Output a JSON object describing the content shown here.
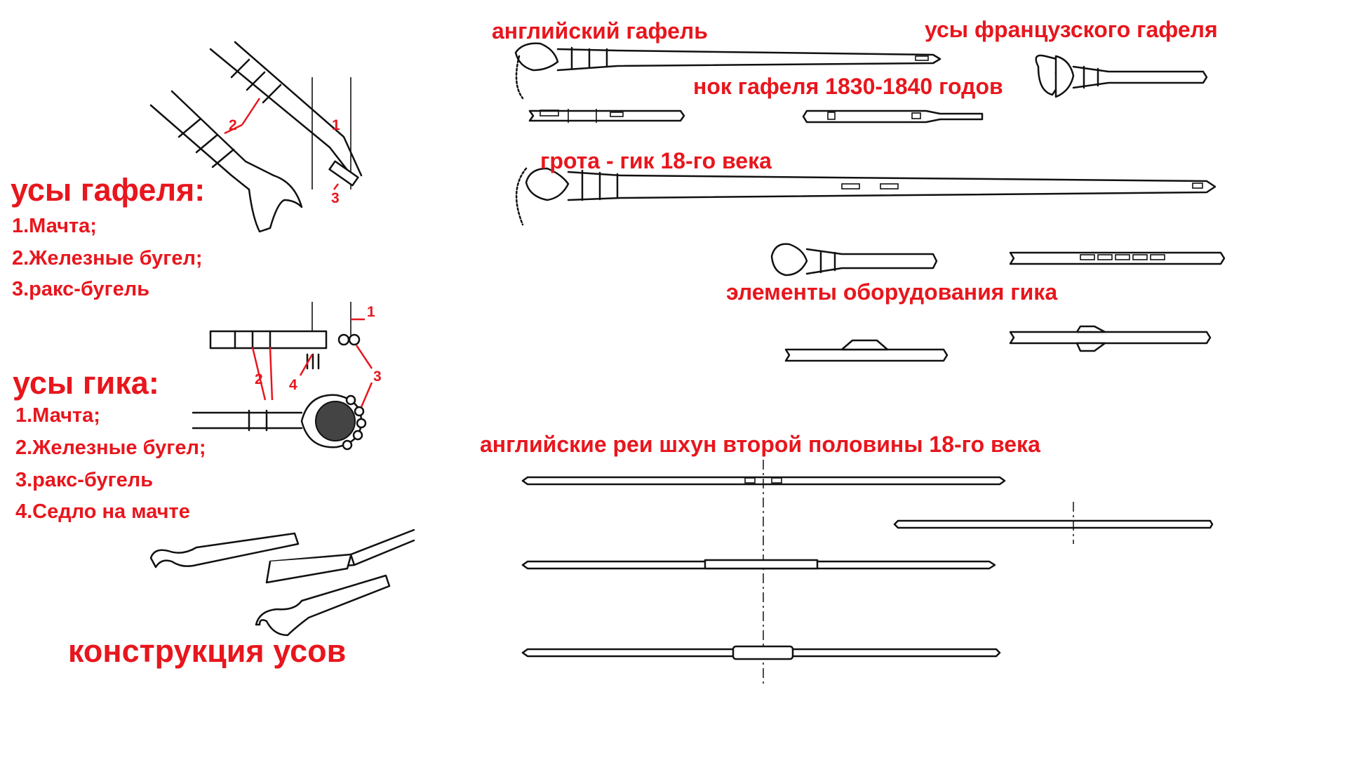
{
  "gaff_jaws": {
    "title": "усы гафеля:",
    "items": [
      "1.Мачта;",
      "2.Железные бугел;",
      "3.ракс-бугель"
    ],
    "callouts": [
      "1",
      "2",
      "3"
    ]
  },
  "boom_jaws": {
    "title": "усы  гика:",
    "items": [
      "1.Мачта;",
      "2.Железные бугел;",
      "3.ракс-бугель",
      "4.Седло на мачте"
    ],
    "callouts": [
      "1",
      "2",
      "3",
      "4"
    ]
  },
  "jaws_construction": {
    "title": "конструкция усов"
  },
  "english_gaff": {
    "title": "английский гафель"
  },
  "french_gaff_jaws": {
    "title": "усы французского гафеля"
  },
  "gaff_peak": {
    "title": "нок гафеля 1830-1840 годов"
  },
  "main_boom": {
    "title": "грота - гик 18-го века"
  },
  "boom_fittings": {
    "title": "элементы оборудования гика"
  },
  "schooner_yards": {
    "title": "английские реи шхун второй половины 18-го века"
  }
}
